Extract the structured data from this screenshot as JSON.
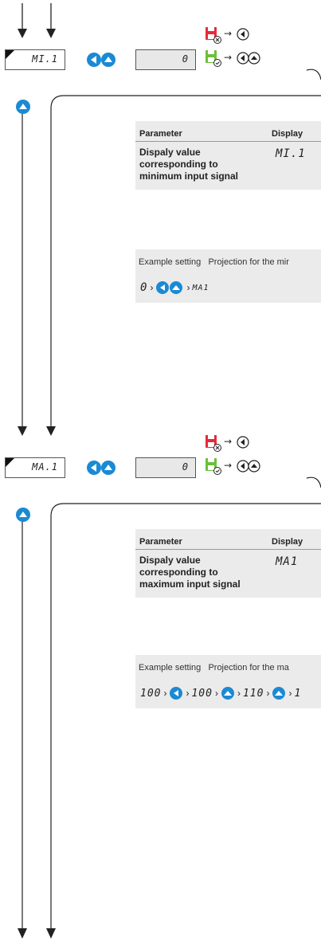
{
  "section1": {
    "param_code": "MI.1",
    "value_display": "0",
    "table_header_parameter": "Parameter",
    "table_header_display": "Display",
    "description": "Dispaly value corresponding to minimum input signal",
    "display_code": "MI.1",
    "example_label": "Example setting",
    "example_text": "Projection for the mir",
    "sequence": [
      "0",
      "MA1"
    ]
  },
  "section2": {
    "param_code": "MA.1",
    "value_display": "0",
    "table_header_parameter": "Parameter",
    "table_header_display": "Display",
    "description": "Dispaly value corresponding to maximum input signal",
    "display_code": "MA1",
    "example_label": "Example setting",
    "example_text": "Projection for the ma",
    "sequence": [
      "100",
      "100",
      "110",
      "1"
    ]
  },
  "colors": {
    "accent_blue": "#1a8ad4",
    "save_red": "#e52b3a",
    "save_green": "#6cbf3a",
    "card_bg": "#ebebeb",
    "value_bg": "#e8e8e8"
  }
}
